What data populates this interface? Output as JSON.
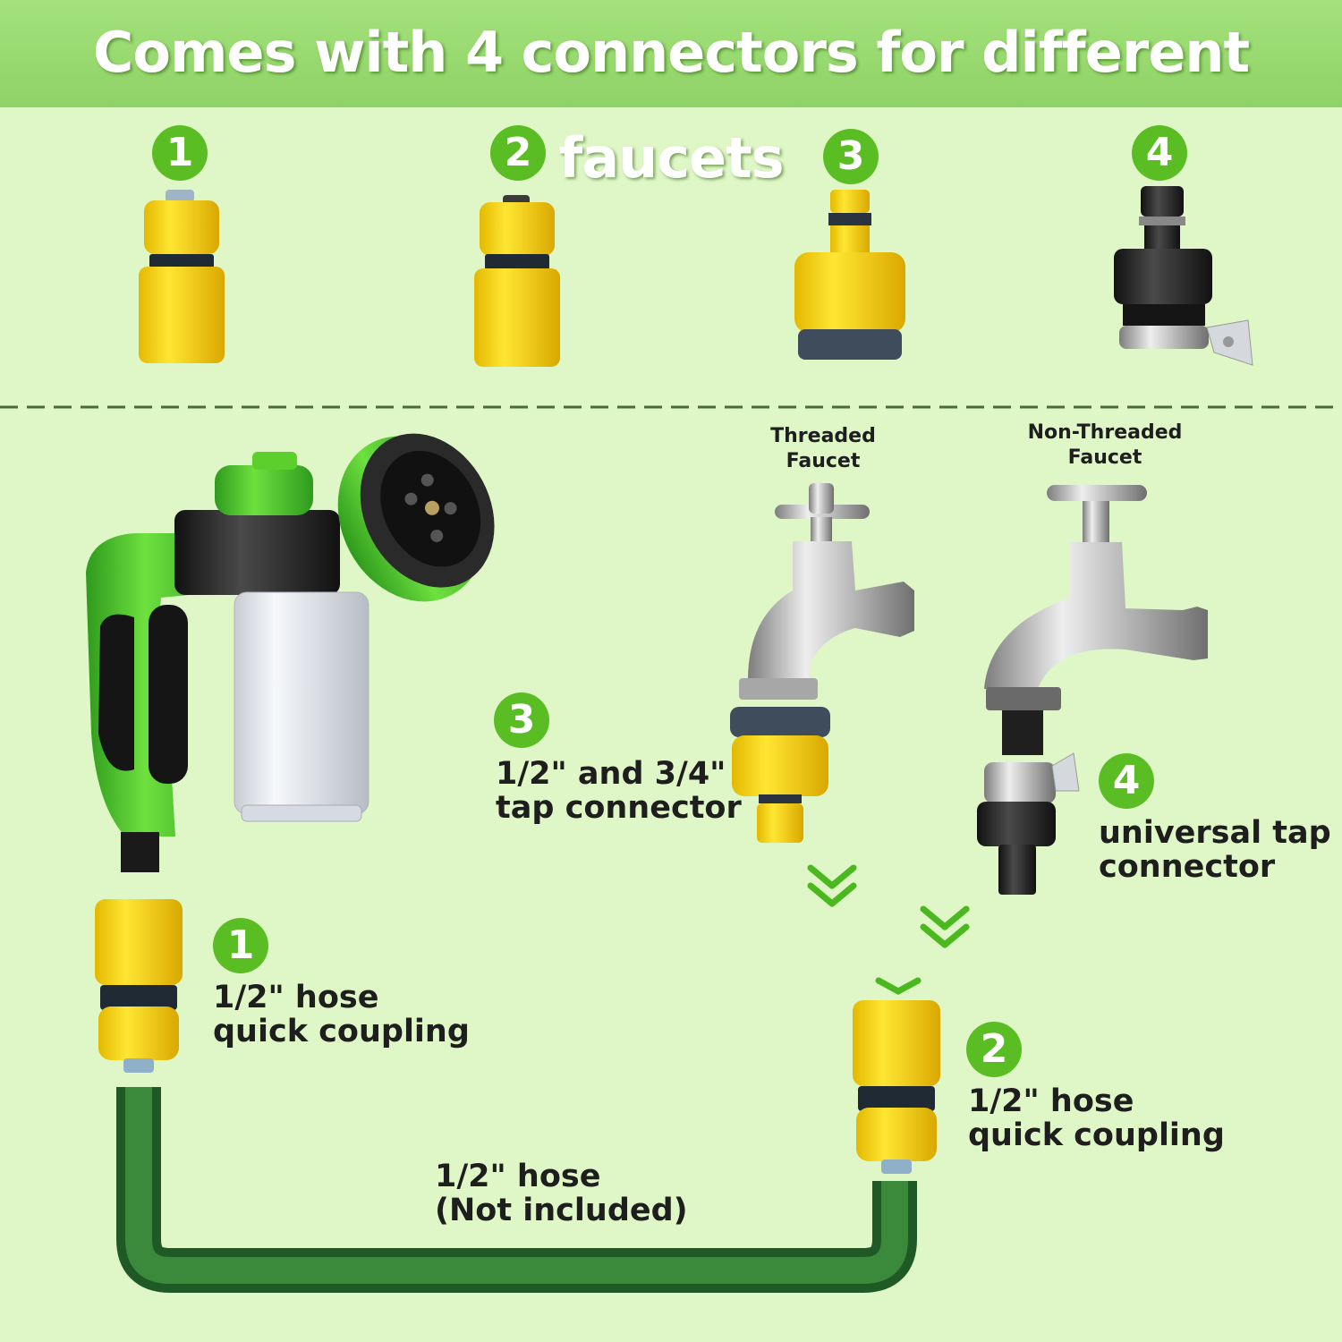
{
  "header": {
    "title": "Comes with 4 connectors for different faucets"
  },
  "colors": {
    "banner_green": "#8fd266",
    "badge_green": "#5bbd24",
    "connector_yellow": "#f7dc00",
    "hose_green": "#2f6b2f",
    "background": "#dff7c6"
  },
  "top_row": {
    "items": [
      {
        "number": "1",
        "icon": "quick-coupling-icon"
      },
      {
        "number": "2",
        "icon": "quick-coupling-icon"
      },
      {
        "number": "3",
        "icon": "tap-connector-icon"
      },
      {
        "number": "4",
        "icon": "universal-tap-connector-icon"
      }
    ]
  },
  "faucets": {
    "threaded_label": "Threaded\nFaucet",
    "non_threaded_label": "Non-Threaded\nFaucet"
  },
  "callouts": {
    "c1": {
      "number": "1",
      "text": "1/2\" hose\nquick coupling"
    },
    "c2": {
      "number": "2",
      "text": "1/2\" hose\nquick coupling"
    },
    "c3": {
      "number": "3",
      "text": "1/2\" and 3/4\"\ntap connector"
    },
    "c4": {
      "number": "4",
      "text": "universal tap\nconnector"
    }
  },
  "hose": {
    "label": "1/2\" hose\n(Not included)"
  }
}
